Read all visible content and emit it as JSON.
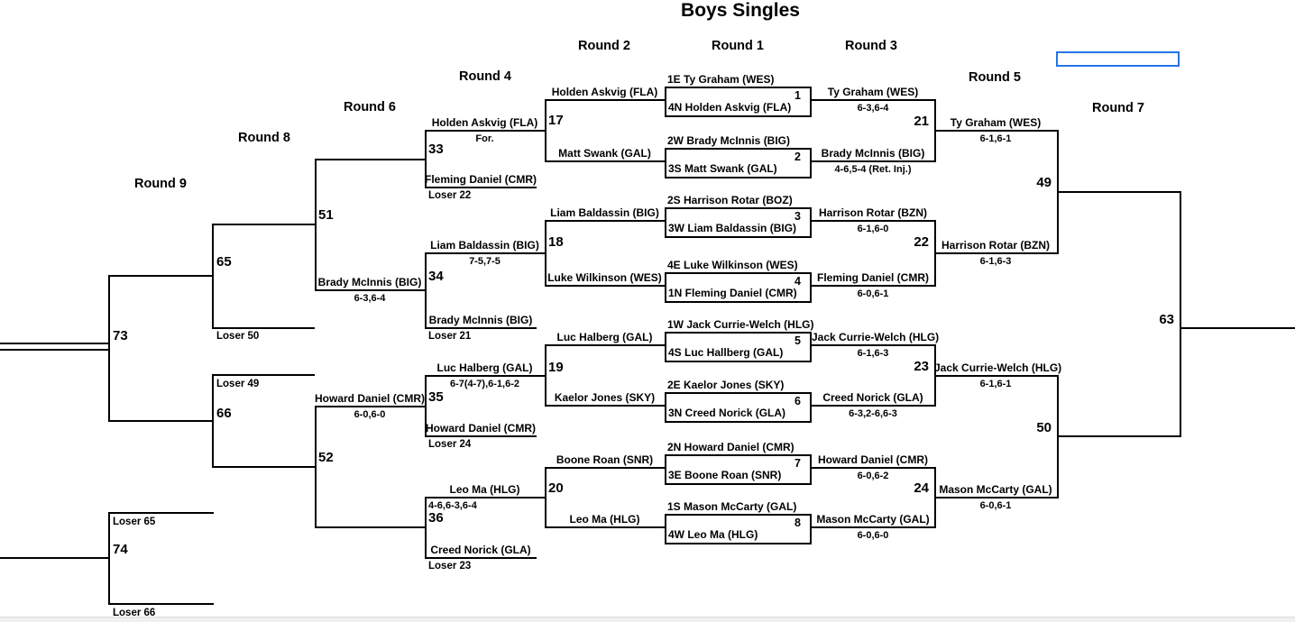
{
  "title": "Boys Singles",
  "rounds": [
    {
      "label": "Round 9"
    },
    {
      "label": "Round 8"
    },
    {
      "label": "Round 6"
    },
    {
      "label": "Round 4"
    },
    {
      "label": "Round 2"
    },
    {
      "label": "Round 1"
    },
    {
      "label": "Round 3"
    },
    {
      "label": "Round 5"
    },
    {
      "label": "Round 7"
    }
  ],
  "r1_boxes": [
    {
      "num": "1",
      "seed_top": "1E Ty Graham (WES)",
      "seed_bottom": "4N Holden Askvig (FLA)"
    },
    {
      "num": "2",
      "seed_top": "2W Brady McInnis (BIG)",
      "seed_bottom": "3S Matt Swank (GAL)"
    },
    {
      "num": "3",
      "seed_top": "2S Harrison Rotar (BOZ)",
      "seed_bottom": "3W Liam Baldassin (BIG)"
    },
    {
      "num": "4",
      "seed_top": "4E Luke Wilkinson (WES)",
      "seed_bottom": "1N Fleming Daniel (CMR)"
    },
    {
      "num": "5",
      "seed_top": "1W Jack Currie-Welch (HLG)",
      "seed_bottom": "4S Luc Hallberg (GAL)"
    },
    {
      "num": "6",
      "seed_top": "2E Kaelor Jones (SKY)",
      "seed_bottom": "3N Creed Norick (GLA)"
    },
    {
      "num": "7",
      "seed_top": "2N Howard Daniel (CMR)",
      "seed_bottom": "3E Boone Roan (SNR)"
    },
    {
      "num": "8",
      "seed_top": "1S Mason McCarty (GAL)",
      "seed_bottom": "4W Leo Ma (HLG)"
    }
  ],
  "r2": [
    {
      "num": "17",
      "top_name": "Holden Askvig (FLA)",
      "bottom_name": "Matt Swank (GAL)"
    },
    {
      "num": "18",
      "top_name": "Liam Baldassin (BIG)",
      "bottom_name": "Luke Wilkinson (WES)"
    },
    {
      "num": "19",
      "top_name": "Luc Halberg (GAL)",
      "bottom_name": "Kaelor Jones (SKY)"
    },
    {
      "num": "20",
      "top_name": "Boone Roan (SNR)",
      "bottom_name": "Leo Ma (HLG)"
    }
  ],
  "r3": [
    {
      "num": "21",
      "top_name": "Ty Graham (WES)",
      "top_score": "6-3,6-4",
      "bottom_name": "Brady McInnis (BIG)",
      "bottom_score": "4-6,5-4 (Ret. Inj.)"
    },
    {
      "num": "22",
      "top_name": "Harrison Rotar (BZN)",
      "top_score": "6-1,6-0",
      "bottom_name": "Fleming Daniel (CMR)",
      "bottom_score": "6-0,6-1"
    },
    {
      "num": "23",
      "top_name": "Jack Currie-Welch (HLG)",
      "top_score": "6-1,6-3",
      "bottom_name": "Creed Norick (GLA)",
      "bottom_score": "6-3,2-6,6-3"
    },
    {
      "num": "24",
      "top_name": "Howard Daniel (CMR)",
      "top_score": "6-0,6-2",
      "bottom_name": "Mason McCarty (GAL)",
      "bottom_score": "6-0,6-0"
    }
  ],
  "r4": [
    {
      "num": "33",
      "top_name": "Holden Askvig (FLA)",
      "top_score": "For.",
      "bottom_name": "Fleming Daniel (CMR)",
      "bottom_feed": "Loser 22"
    },
    {
      "num": "34",
      "top_name": "Liam Baldassin (BIG)",
      "top_score": "7-5,7-5",
      "bottom_name": "Brady McInnis (BIG)",
      "bottom_feed": "Loser 21"
    },
    {
      "num": "35",
      "top_name": "Luc Halberg (GAL)",
      "top_score": "6-7(4-7),6-1,6-2",
      "bottom_name": "Howard Daniel (CMR)",
      "bottom_feed": "Loser 24"
    },
    {
      "num": "36",
      "top_name": "Leo Ma (HLG)",
      "top_score": "4-6,6-3,6-4",
      "bottom_name": "Creed Norick (GLA)",
      "bottom_feed": "Loser 23"
    }
  ],
  "r5": [
    {
      "num": "49",
      "top_name": "Ty Graham (WES)",
      "top_score": "6-1,6-1",
      "bottom_name": "Harrison Rotar (BZN)",
      "bottom_score": "6-1,6-3"
    },
    {
      "num": "50",
      "top_name": "Jack Currie-Welch (HLG)",
      "top_score": "6-1,6-1",
      "bottom_name": "Mason McCarty (GAL)",
      "bottom_score": "6-0,6-1"
    }
  ],
  "r6": [
    {
      "num": "51",
      "name": "Brady McInnis (BIG)",
      "score": "6-3,6-4"
    },
    {
      "num": "52",
      "name": "Howard Daniel (CMR)",
      "score": "6-0,6-0"
    }
  ],
  "r7": {
    "num": "63"
  },
  "r8": [
    {
      "num": "65",
      "feed": "Loser 50"
    },
    {
      "num": "66",
      "feed": "Loser 49"
    }
  ],
  "r9": [
    {
      "num": "73"
    },
    {
      "num": "74",
      "top_feed": "Loser 65",
      "bottom_feed": "Loser 66"
    }
  ],
  "colors": {
    "line": "#000000",
    "highlight_border": "#2374e8",
    "background": "#ffffff"
  }
}
